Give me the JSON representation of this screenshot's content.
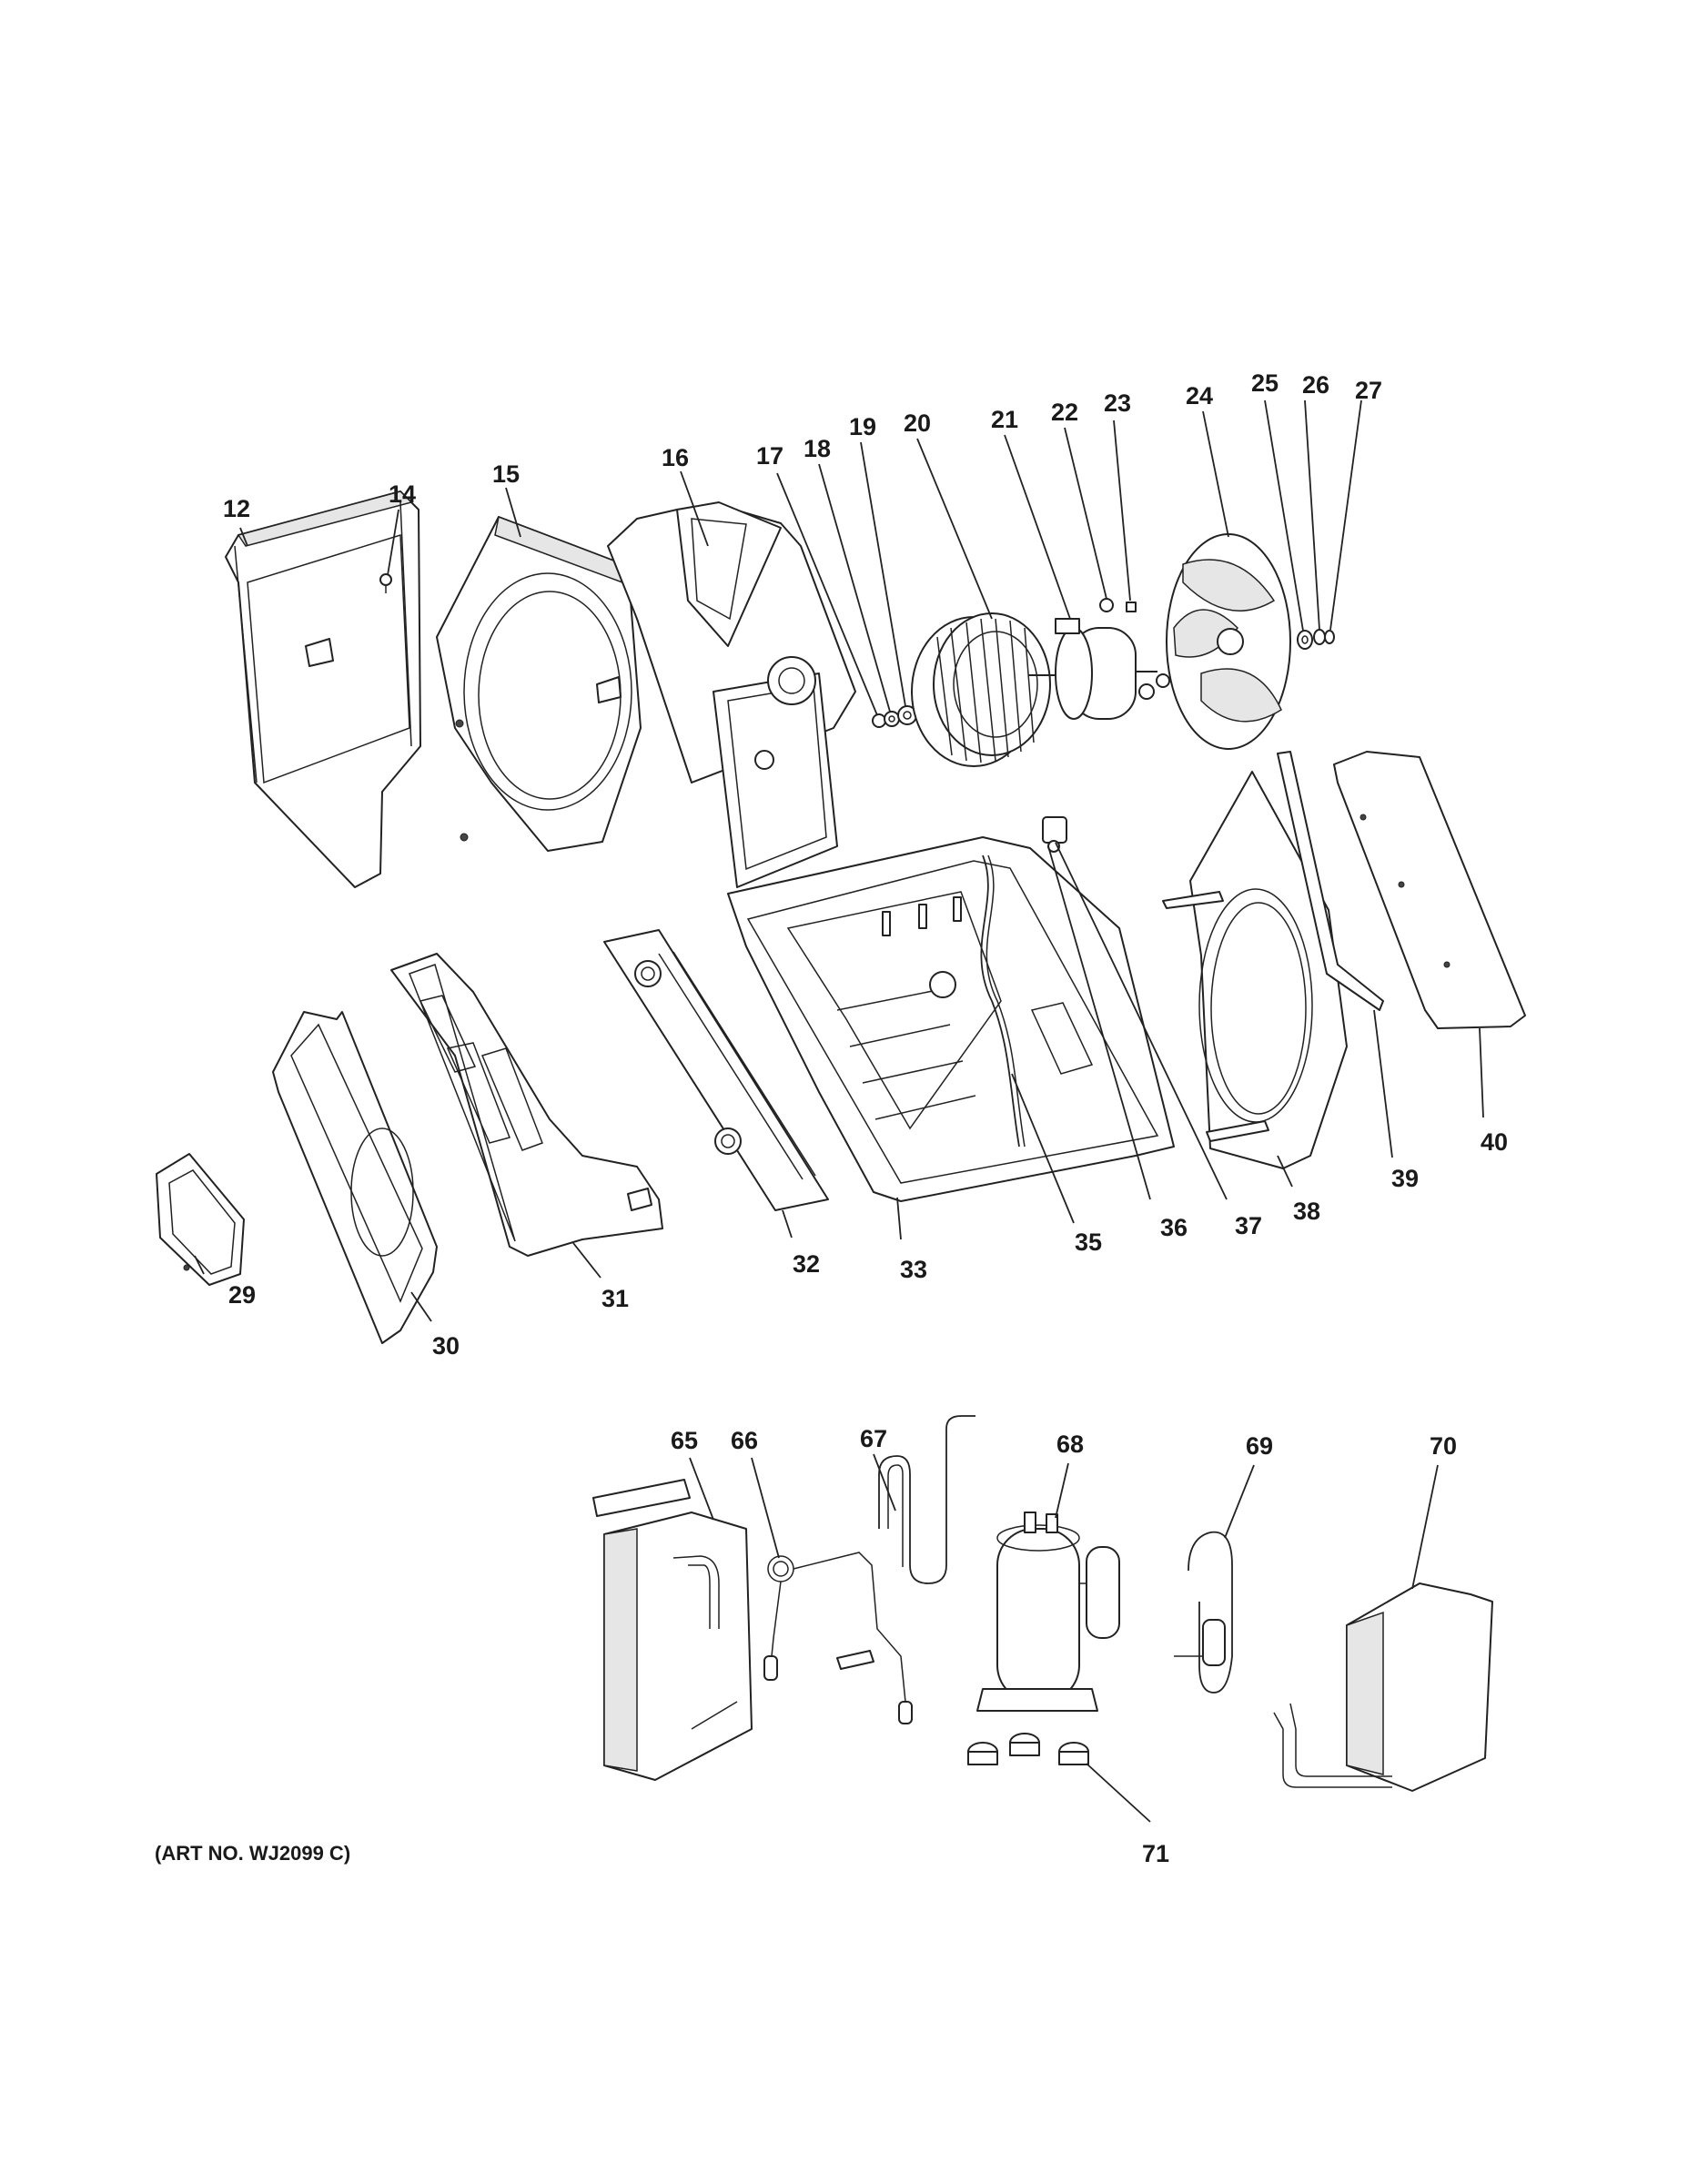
{
  "diagram": {
    "art_number": "(ART NO. WJ2099 C)",
    "callouts": [
      "12",
      "14",
      "15",
      "16",
      "17",
      "18",
      "19",
      "20",
      "21",
      "22",
      "23",
      "24",
      "25",
      "26",
      "27",
      "29",
      "30",
      "31",
      "32",
      "33",
      "35",
      "36",
      "37",
      "38",
      "39",
      "40",
      "65",
      "66",
      "67",
      "68",
      "69",
      "70",
      "71"
    ]
  }
}
